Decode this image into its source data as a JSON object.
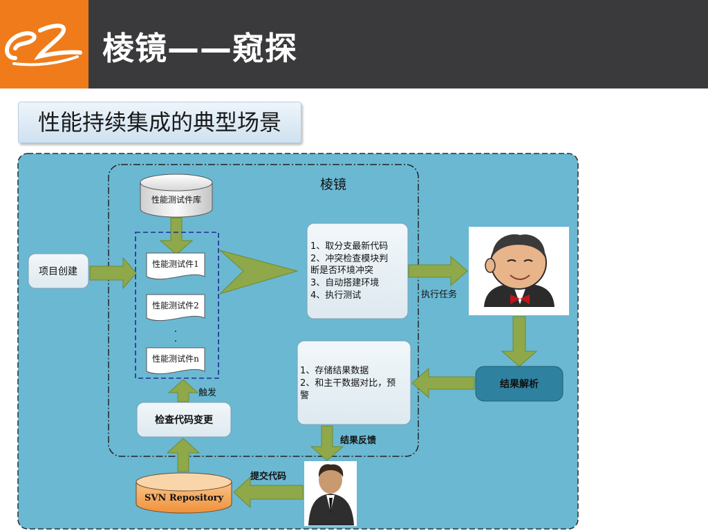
{
  "header": {
    "title": "棱镜——窥探",
    "brand_color": "#f07b1a",
    "bar_color": "#3a3a3c",
    "logo_icon": "alibaba-smile-logo"
  },
  "subtitle": "性能持续集成的典型场景",
  "diagram": {
    "background_color": "#6bb8d2",
    "prism_label": "棱镜",
    "nodes": {
      "test_repo": "性能测试件库",
      "project_create": "项目创建",
      "test_case_1": "性能测试件1",
      "test_case_2": "性能测试件2",
      "test_case_n": "性能测试件n",
      "ellipsis": ". .",
      "check_code": "检查代码变更",
      "svn": "SVN Repository",
      "steps_box": [
        "1、取分支最新代码",
        "2、冲突检查模块判",
        "断是否环境冲突",
        "3、自动搭建环境",
        "4、执行测试"
      ],
      "result_box": [
        "1、存储结果数据",
        "2、和主干数据对比，预",
        "警"
      ],
      "result_parse": "结果解析",
      "jenkins_icon": "jenkins-butler-icon",
      "developer_icon": "businessman-avatar-icon"
    },
    "edges": {
      "trigger": "触发",
      "execute_task": "执行任务",
      "result_feedback": "结果反馈",
      "commit_code": "提交代码"
    },
    "arrow_color": "#8ea84a"
  }
}
